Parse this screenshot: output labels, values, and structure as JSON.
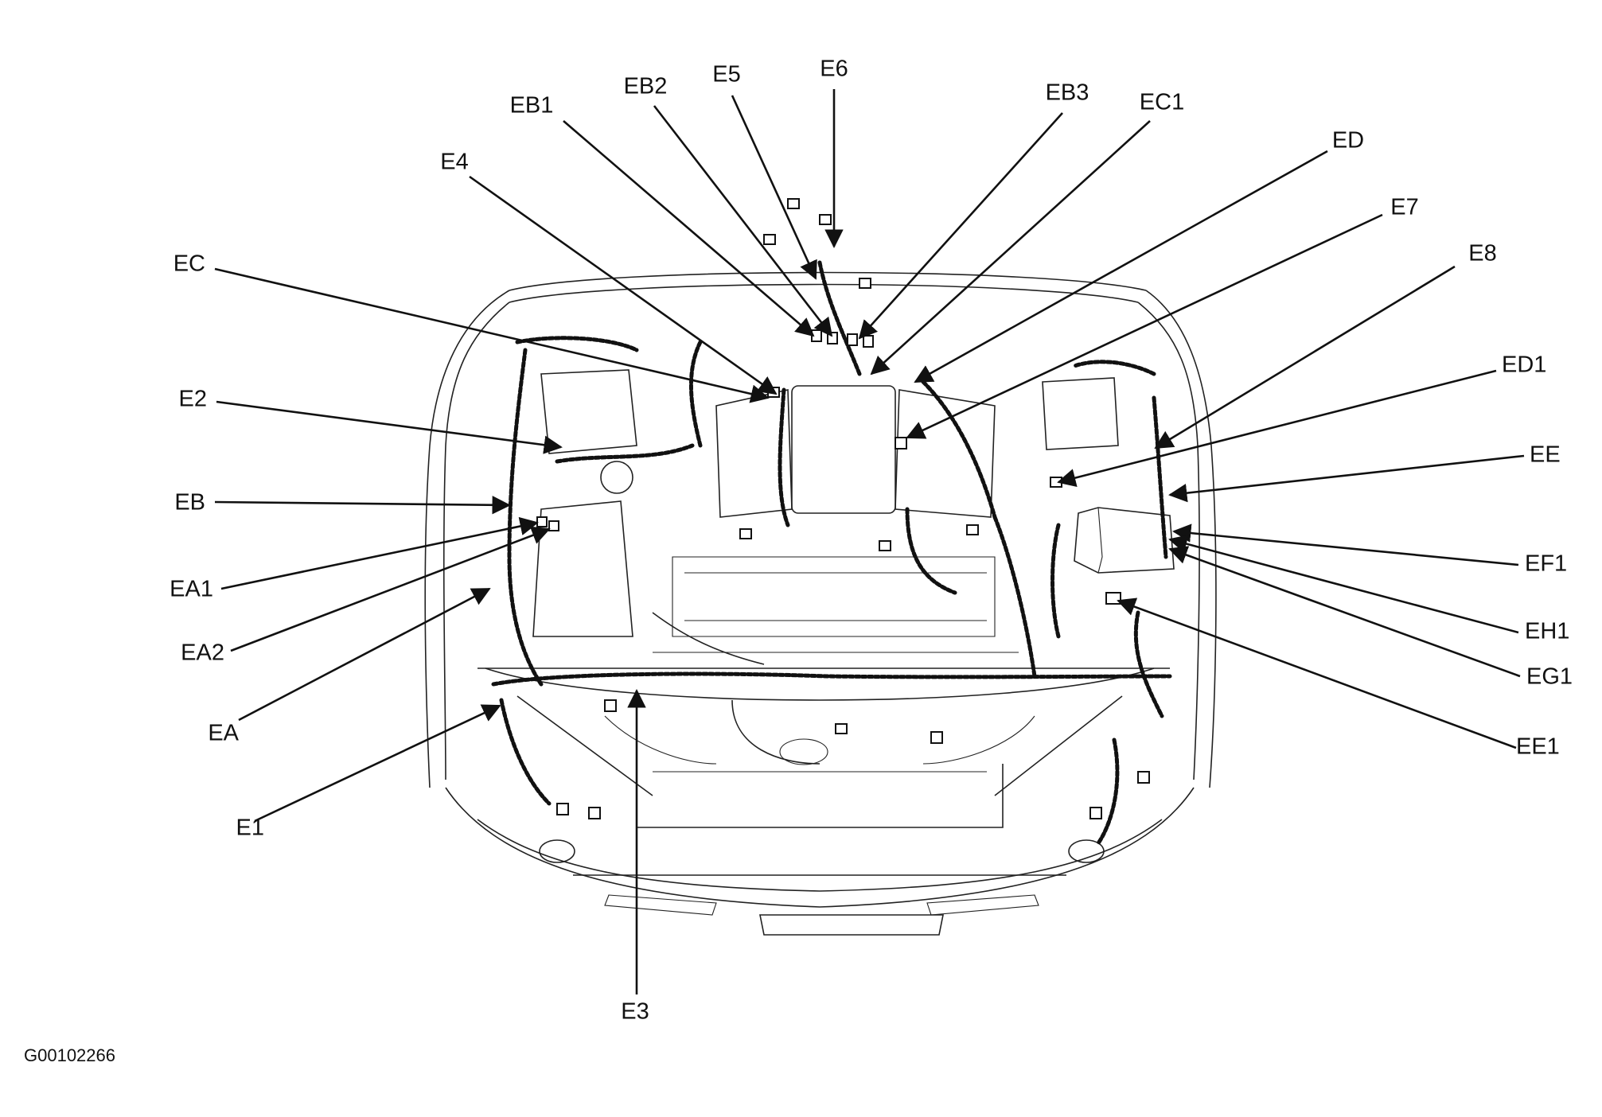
{
  "figure_id": "G00102266",
  "labels": {
    "EB1": "EB1",
    "EB2": "EB2",
    "E5": "E5",
    "E6": "E6",
    "EB3": "EB3",
    "EC1": "EC1",
    "ED": "ED",
    "E7": "E7",
    "E8": "E8",
    "ED1": "ED1",
    "EE": "EE",
    "EF1": "EF1",
    "EH1": "EH1",
    "EG1": "EG1",
    "EE1": "EE1",
    "E4": "E4",
    "EC": "EC",
    "E2": "E2",
    "EB": "EB",
    "EA1": "EA1",
    "EA2": "EA2",
    "EA": "EA",
    "E1": "E1",
    "E3": "E3"
  }
}
